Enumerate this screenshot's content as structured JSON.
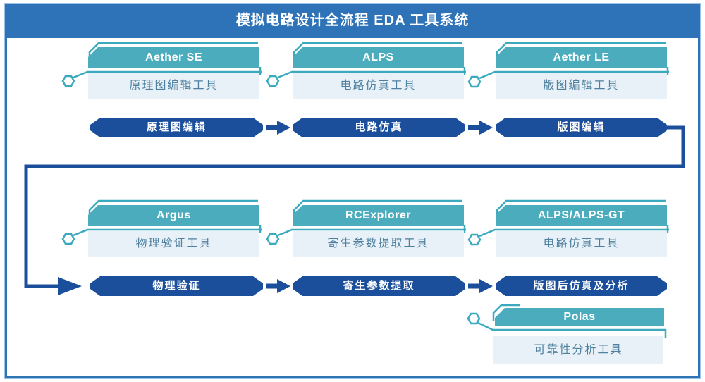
{
  "header": {
    "title": "模拟电路设计全流程 EDA 工具系统"
  },
  "colors": {
    "title_bar_blue": "#2E73B8",
    "panel_border_blue": "#2E74B5",
    "tool_header_teal": "#4BACBD",
    "decor_line_teal": "#3BAABF",
    "flow_navy": "#1B4F9B",
    "tool_box_bg": "#E9F1F8",
    "tool_box_text": "#4E809F"
  },
  "icons": {
    "hexagon_node": "⬡",
    "corner_bracket": "⌐",
    "flow_arrow": "➔"
  },
  "tools": [
    {
      "name": "Aether SE",
      "desc": "原理图编辑工具"
    },
    {
      "name": "ALPS",
      "desc": "电路仿真工具"
    },
    {
      "name": "Aether LE",
      "desc": "版图编辑工具"
    },
    {
      "name": "Argus",
      "desc": "物理验证工具"
    },
    {
      "name": "RCExplorer",
      "desc": "寄生参数提取工具"
    },
    {
      "name": "ALPS/ALPS-GT",
      "desc": "电路仿真工具"
    },
    {
      "name": "Polas",
      "desc": "可靠性分析工具"
    }
  ],
  "flow": {
    "steps": [
      "原理图编辑",
      "电路仿真",
      "版图编辑",
      "物理验证",
      "寄生参数提取",
      "版图后仿真及分析"
    ]
  }
}
